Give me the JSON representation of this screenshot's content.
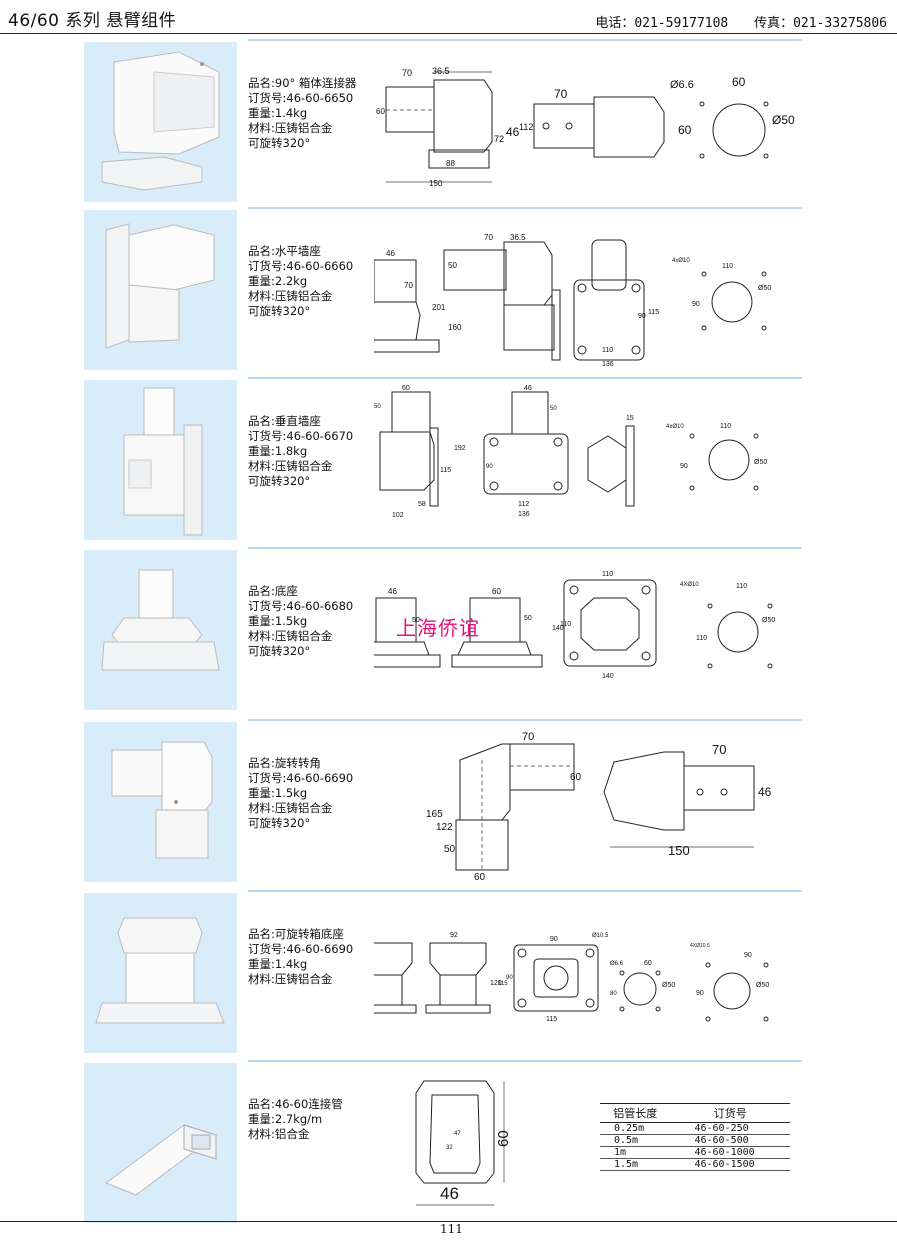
{
  "header": {
    "title": "46/60  系列 悬臂组件",
    "phone": "电话：021-59177108",
    "fax": "传真：021-33275806"
  },
  "products": [
    {
      "lines": [
        "品名:90° 箱体连接器",
        "订货号:46-60-6650",
        "重量:1.4kg",
        "材料:压铸铝合金",
        "可旋转320°"
      ],
      "dims": [
        "70",
        "36.5",
        "60",
        "72",
        "46",
        "112",
        "88",
        "150",
        "70",
        "Ø6.6",
        "60",
        "60",
        "Ø50"
      ]
    },
    {
      "lines": [
        "品名:水平墙座",
        "订货号:46-60-6660",
        "重量:2.2kg",
        "材料:压铸铝合金",
        "可旋转320°"
      ],
      "dims": [
        "46",
        "70",
        "70",
        "36.5",
        "50",
        "201",
        "160",
        "90",
        "115",
        "110",
        "136",
        "4xØ10",
        "110",
        "Ø50",
        "90"
      ]
    },
    {
      "lines": [
        "品名:垂直墙座",
        "订货号:46-60-6670",
        "重量:1.8kg",
        "材料:压铸铝合金",
        "可旋转320°"
      ],
      "dims": [
        "60",
        "50",
        "192",
        "115",
        "58",
        "102",
        "46",
        "50",
        "90",
        "112",
        "136",
        "15",
        "4xØ10",
        "110",
        "Ø50",
        "90"
      ]
    },
    {
      "lines": [
        "品名:底座",
        "订货号:46-60-6680",
        "重量:1.5kg",
        "材料:压铸铝合金",
        "可旋转320°"
      ],
      "dims": [
        "46",
        "50",
        "60",
        "50",
        "110",
        "140",
        "110",
        "140",
        "4XØ10",
        "110",
        "Ø50",
        "110"
      ]
    },
    {
      "lines": [
        "品名:旋转转角",
        "订货号:46-60-6690",
        "重量:1.5kg",
        "材料:压铸铝合金",
        "可旋转320°"
      ],
      "dims": [
        "70",
        "60",
        "165",
        "122",
        "50",
        "60",
        "70",
        "46",
        "150"
      ]
    },
    {
      "lines": [
        "品名:可旋转箱底座",
        "订货号:46-60-6690",
        "重量:1.4kg",
        "材料:压铸铝合金"
      ],
      "dims": [
        "92",
        "120",
        "90",
        "Ø10.5",
        "115",
        "90",
        "115",
        "Ø6.6",
        "60",
        "80",
        "Ø50",
        "4XØ10.5",
        "90",
        "Ø50",
        "90"
      ]
    },
    {
      "lines": [
        "品名:46-60连接管",
        "重量:2.7kg/m",
        "材料:铝合金"
      ],
      "dims": [
        "47",
        "32",
        "60",
        "46"
      ]
    }
  ],
  "watermark": "上海侨谊",
  "tube_table": {
    "headers": [
      "铝管长度",
      "订货号"
    ],
    "rows": [
      [
        "0.25m",
        "46-60-250"
      ],
      [
        "0.5m",
        "46-60-500"
      ],
      [
        "1m",
        "46-60-1000"
      ],
      [
        "1.5m",
        "46-60-1500"
      ]
    ]
  },
  "page_number": "111"
}
